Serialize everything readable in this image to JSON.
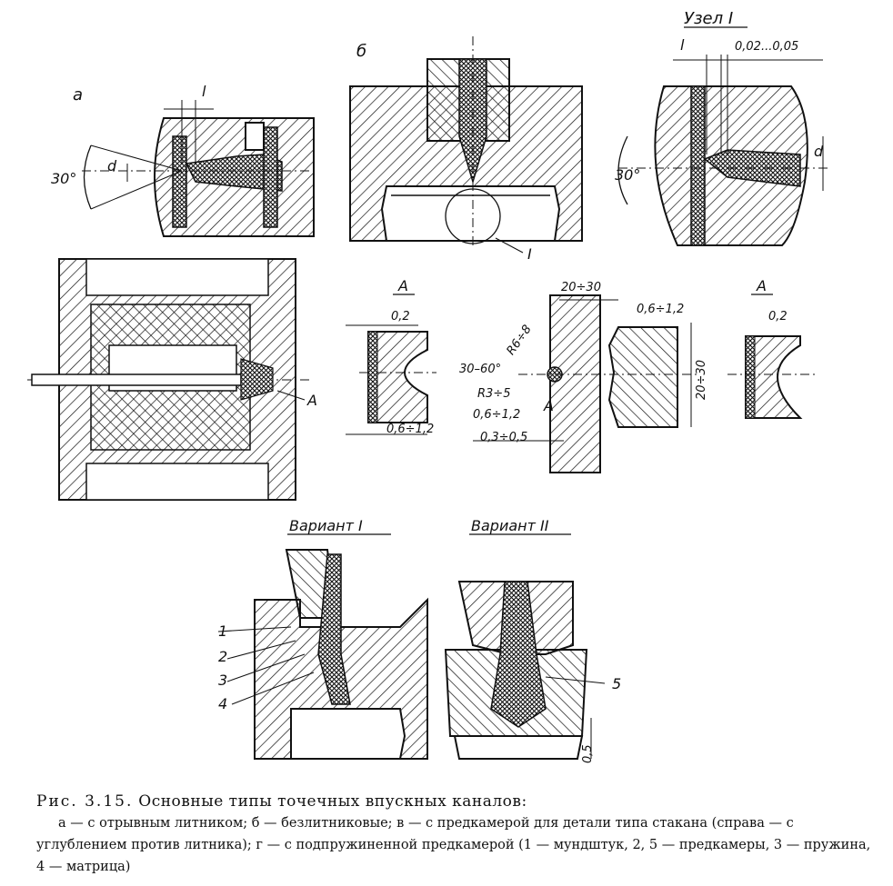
{
  "labels": {
    "a": "а",
    "b": "б",
    "node": "Узел I",
    "l": "l",
    "d": "d",
    "angle30": "30°",
    "I": "I",
    "A": "А",
    "dim_002_005": "0,02...0,05",
    "dim_02": "0,2",
    "dim_06_12": "0,6÷1,2",
    "dim_20_30_top": "20÷30",
    "dim_06_12_b": "0,6÷1,2",
    "dim_R6_8": "R6÷8",
    "dim_30_60": "30–60°",
    "dim_R3_5": "R3÷5",
    "dim_06_12_c": "0,6÷1,2",
    "dim_03_05": "0,3÷0,5",
    "dim_20_30_side": "20÷30",
    "dim_05": "0,5",
    "variant1": "Вариант I",
    "variant2": "Вариант II",
    "n1": "1",
    "n2": "2",
    "n3": "3",
    "n4": "4",
    "n5": "5"
  },
  "caption": {
    "prefix": "Рис. 3.15.",
    "title": " Основные типы точечных впускных каналов:",
    "body": "а — с отрывным литником; б — безлитниковые; в — с предкамерой для детали типа стакана (справа — с углублением против литника); г — с подпружиненной предкамерой (1 — мундштук, 2, 5 — предкамеры, 3 — пружина, 4 — матрица)"
  }
}
